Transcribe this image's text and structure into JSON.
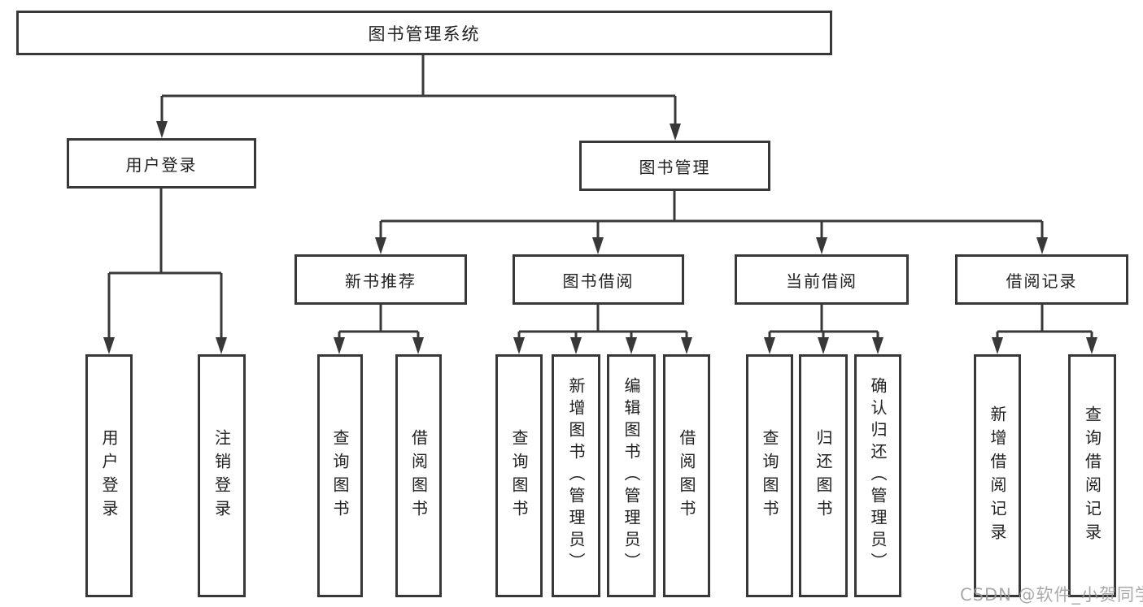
{
  "diagram": {
    "type": "hierarchy",
    "nodes": {
      "root": {
        "label": "图书管理系统"
      },
      "user_login": {
        "label": "用户登录"
      },
      "book_mgmt": {
        "label": "图书管理"
      },
      "new_book_rec": {
        "label": "新书推荐"
      },
      "book_borrow": {
        "label": "图书借阅"
      },
      "current_borrow": {
        "label": "当前借阅"
      },
      "borrow_record": {
        "label": "借阅记录"
      },
      "leaf_user_login": {
        "label": "用户登录"
      },
      "leaf_logout": {
        "label": "注销登录"
      },
      "leaf_nbr_query_book": {
        "label": "查询图书"
      },
      "leaf_nbr_borrow_book": {
        "label": "借阅图书"
      },
      "leaf_bb_query_book": {
        "label": "查询图书"
      },
      "leaf_bb_add_book": {
        "label": "新增图书（管理员）"
      },
      "leaf_bb_edit_book": {
        "label": "编辑图书（管理员）"
      },
      "leaf_bb_borrow_book": {
        "label": "借阅图书"
      },
      "leaf_cb_query_book": {
        "label": "查询图书"
      },
      "leaf_cb_return_book": {
        "label": "归还图书"
      },
      "leaf_cb_confirm_return": {
        "label": "确认归还（管理员）"
      },
      "leaf_br_add_record": {
        "label": "新增借阅记录"
      },
      "leaf_br_query_record": {
        "label": "查询借阅记录"
      }
    },
    "edges": [
      "root->user_login",
      "root->book_mgmt",
      "user_login->leaf_user_login",
      "user_login->leaf_logout",
      "book_mgmt->new_book_rec",
      "book_mgmt->book_borrow",
      "book_mgmt->current_borrow",
      "book_mgmt->borrow_record",
      "new_book_rec->leaf_nbr_query_book",
      "new_book_rec->leaf_nbr_borrow_book",
      "book_borrow->leaf_bb_query_book",
      "book_borrow->leaf_bb_add_book",
      "book_borrow->leaf_bb_edit_book",
      "book_borrow->leaf_bb_borrow_book",
      "current_borrow->leaf_cb_query_book",
      "current_borrow->leaf_cb_return_book",
      "current_borrow->leaf_cb_confirm_return",
      "borrow_record->leaf_br_add_record",
      "borrow_record->leaf_br_query_record"
    ],
    "colors": {
      "line": "#383838",
      "box_border": "#383838",
      "box_fill": "#ffffff",
      "text": "#212121",
      "background": "#ffffff",
      "watermark": "#9b9b9b"
    }
  },
  "watermark": {
    "text": "CSDN @软件_小贺同学"
  }
}
